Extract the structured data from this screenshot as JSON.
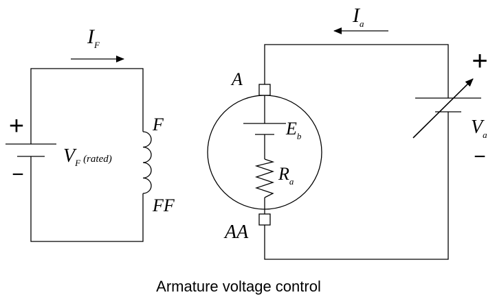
{
  "caption": "Armature voltage control",
  "field_circuit": {
    "current_symbol": "I",
    "current_sub": "F",
    "voltage_symbol": "V",
    "voltage_sub": "F",
    "voltage_note": "(rated)",
    "plus_sign": "+",
    "minus_sign": "−",
    "winding_top_terminal": "F",
    "winding_bottom_terminal": "FF"
  },
  "armature_circuit": {
    "current_symbol": "I",
    "current_sub": "a",
    "top_terminal": "A",
    "bottom_terminal": "AA",
    "emf_symbol": "E",
    "emf_sub": "b",
    "resistance_symbol": "R",
    "resistance_sub": "a",
    "supply_symbol": "V",
    "supply_sub": "a",
    "plus_sign": "+",
    "minus_sign": "−"
  }
}
